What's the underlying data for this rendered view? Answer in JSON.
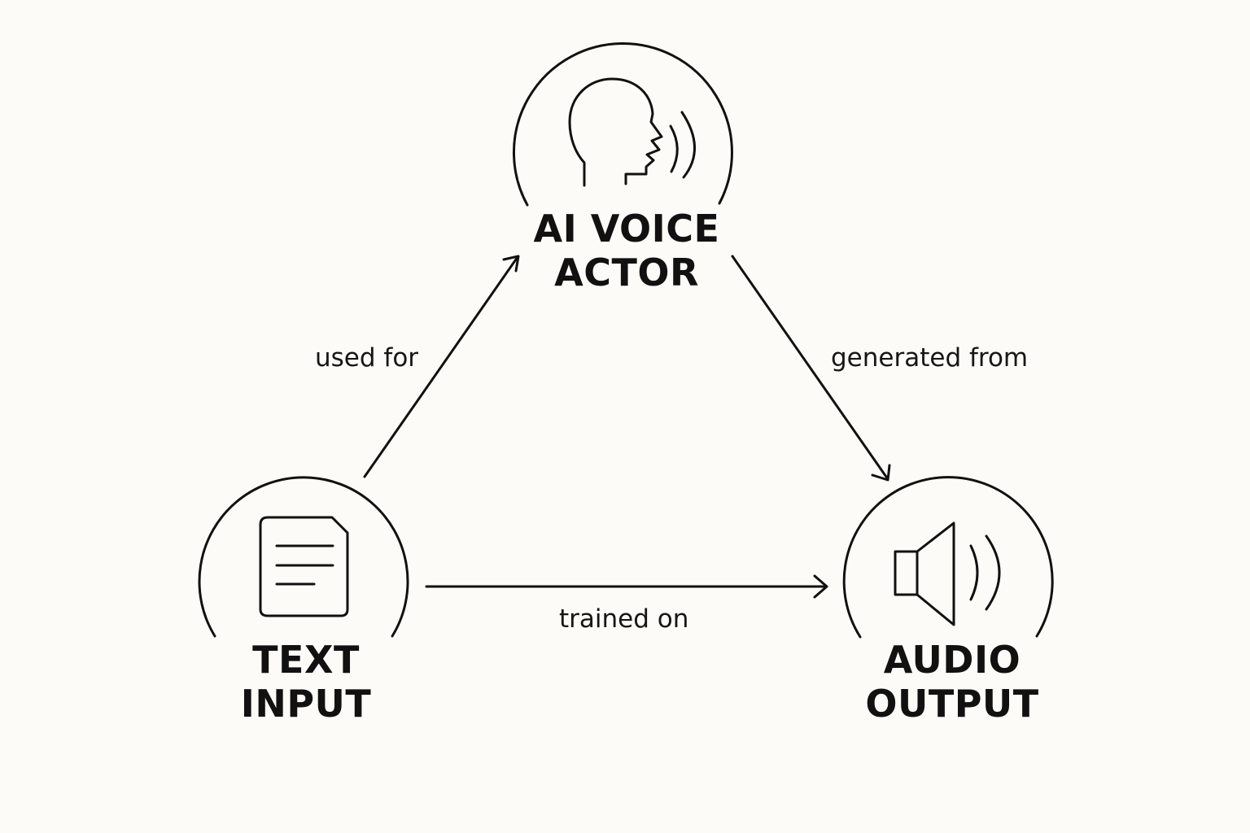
{
  "diagram": {
    "nodes": {
      "voice_actor": {
        "title_lines": [
          "AI VOICE",
          "ACTOR"
        ],
        "icon": "head-speaking-icon"
      },
      "text_input": {
        "title_lines": [
          "TEXT",
          "INPUT"
        ],
        "icon": "document-icon"
      },
      "audio_output": {
        "title_lines": [
          "AUDIO",
          "OUTPUT"
        ],
        "icon": "speaker-icon"
      }
    },
    "edges": [
      {
        "from": "text_input",
        "to": "voice_actor",
        "label": "used for"
      },
      {
        "from": "voice_actor",
        "to": "audio_output",
        "label": "generated from"
      },
      {
        "from": "text_input",
        "to": "audio_output",
        "label": "trained on"
      }
    ],
    "colors": {
      "background": "#fcfbf7",
      "stroke": "#111111"
    }
  }
}
